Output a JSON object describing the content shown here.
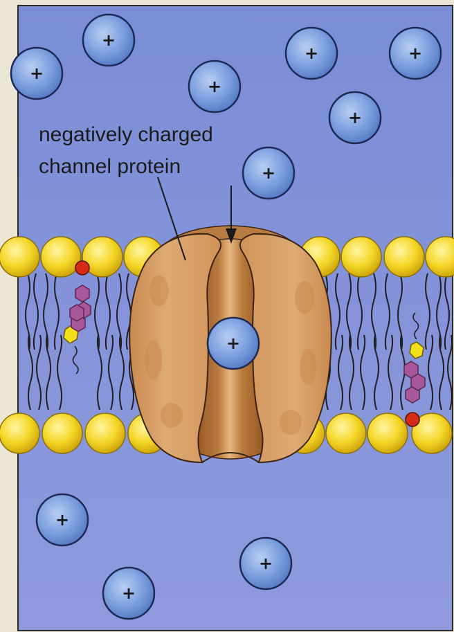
{
  "colors": {
    "page_bg": "#ece6d4",
    "fluid_top": "#7f8fd6",
    "fluid_bottom": "#8e9add",
    "ion_fill": "#7ea1e0",
    "ion_edge": "#1c2a55",
    "lipid_head": "#f1d21f",
    "lipid_head_edge": "#8a6e08",
    "protein": "#d59a5f",
    "protein_dark": "#9a5b26",
    "cholesterol": "#a8579a",
    "cholesterol_end": "#f3e019",
    "cholesterol_oh": "#d62b14"
  },
  "labels": {
    "line1": "negatively charged",
    "line2": "channel protein"
  },
  "ions": [
    {
      "id": "ion-1",
      "sign": "+",
      "region": "extracellular"
    },
    {
      "id": "ion-2",
      "sign": "+",
      "region": "extracellular"
    },
    {
      "id": "ion-3",
      "sign": "+",
      "region": "extracellular"
    },
    {
      "id": "ion-4",
      "sign": "+",
      "region": "extracellular"
    },
    {
      "id": "ion-5",
      "sign": "+",
      "region": "extracellular"
    },
    {
      "id": "ion-6",
      "sign": "+",
      "region": "extracellular"
    },
    {
      "id": "ion-7",
      "sign": "+",
      "region": "extracellular"
    },
    {
      "id": "ion-8",
      "sign": "+",
      "region": "channel"
    },
    {
      "id": "ion-9",
      "sign": "+",
      "region": "intracellular"
    },
    {
      "id": "ion-10",
      "sign": "+",
      "region": "intracellular"
    },
    {
      "id": "ion-11",
      "sign": "+",
      "region": "intracellular"
    }
  ],
  "icons": {
    "ion": "cation-icon",
    "lipid": "phospholipid-icon",
    "channel": "channel-protein-icon",
    "sterol": "cholesterol-icon"
  }
}
